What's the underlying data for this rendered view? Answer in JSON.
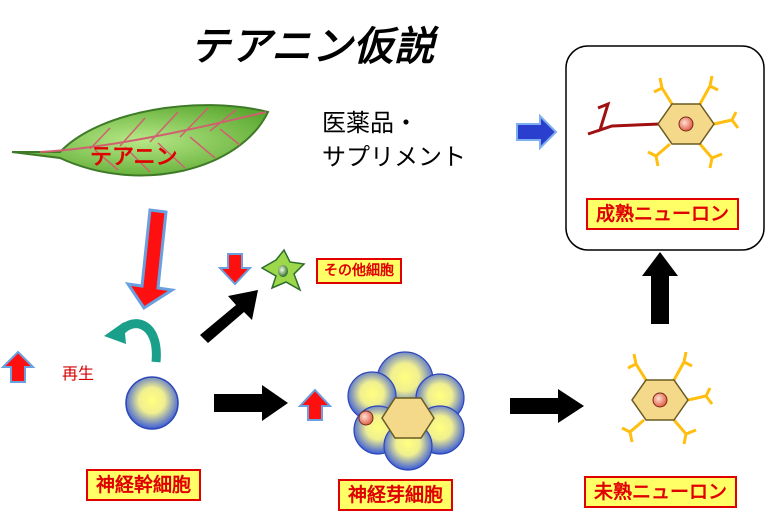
{
  "title": "テアニン仮説",
  "leaf": {
    "label": "テアニン"
  },
  "supplement_note": [
    "医薬品・",
    "サプリメント"
  ],
  "regeneration_label": "再生",
  "cells": {
    "other_cells": "その他細胞",
    "neural_stem_cell": "神経幹細胞",
    "neurosphere": "神経芽細胞",
    "immature_neuron": "未熟ニューロン",
    "mature_neuron": "成熟ニューロン"
  },
  "colors": {
    "accent_red": "#e00000",
    "label_fill": "#ffff66",
    "leaf_green": "#7ec850",
    "stem_blue": "#3a5bd9",
    "neuron_hex": "#f5d98a",
    "arrow_blue": "#2b3fcf"
  }
}
